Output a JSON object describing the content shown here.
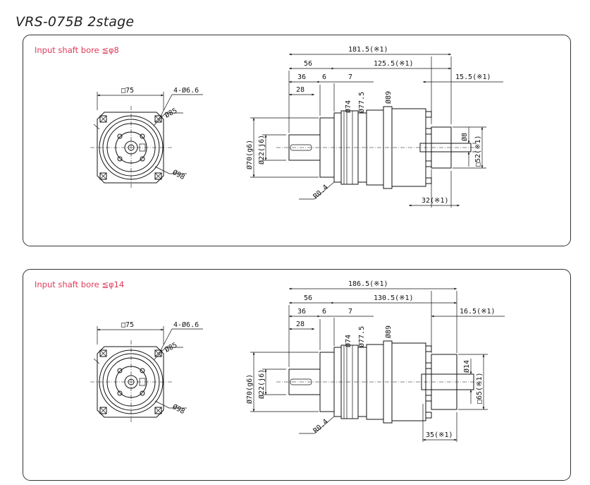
{
  "title": "VRS-075B  2stage",
  "panels": [
    {
      "bore": "Input shaft bore  ≦φ8",
      "front": {
        "square": "□75",
        "holes": "4-Ø6.6",
        "pcd": "Ø85",
        "outer": "Ø98"
      },
      "side": {
        "total": "181.5(※1)",
        "d56": "56",
        "d125": "125.5(※1)",
        "d36": "36",
        "d6": "6",
        "d7": "7",
        "d15": "15.5(※1)",
        "d28": "28",
        "d74": "Ø74",
        "d775": "Ø77.5",
        "d89": "Ø89",
        "d70": "Ø70(g6)",
        "d22": "Ø22(j6)",
        "r04": "R0.4",
        "dinput": "Ø8",
        "dsq": "□52(※1)",
        "dbot": "32(※1)"
      }
    },
    {
      "bore": "Input shaft bore  ≦φ14",
      "front": {
        "square": "□75",
        "holes": "4-Ø6.6",
        "pcd": "Ø85",
        "outer": "Ø98"
      },
      "side": {
        "total": "186.5(※1)",
        "d56": "56",
        "d125": "130.5(※1)",
        "d36": "36",
        "d6": "6",
        "d7": "7",
        "d15": "16.5(※1)",
        "d28": "28",
        "d74": "Ø74",
        "d775": "Ø77.5",
        "d89": "Ø89",
        "d70": "Ø70(g6)",
        "d22": "Ø22(j6)",
        "r04": "R0.4",
        "dinput": "Ø14",
        "dsq": "□65(※1)",
        "dbot": "35(※1)"
      }
    }
  ]
}
